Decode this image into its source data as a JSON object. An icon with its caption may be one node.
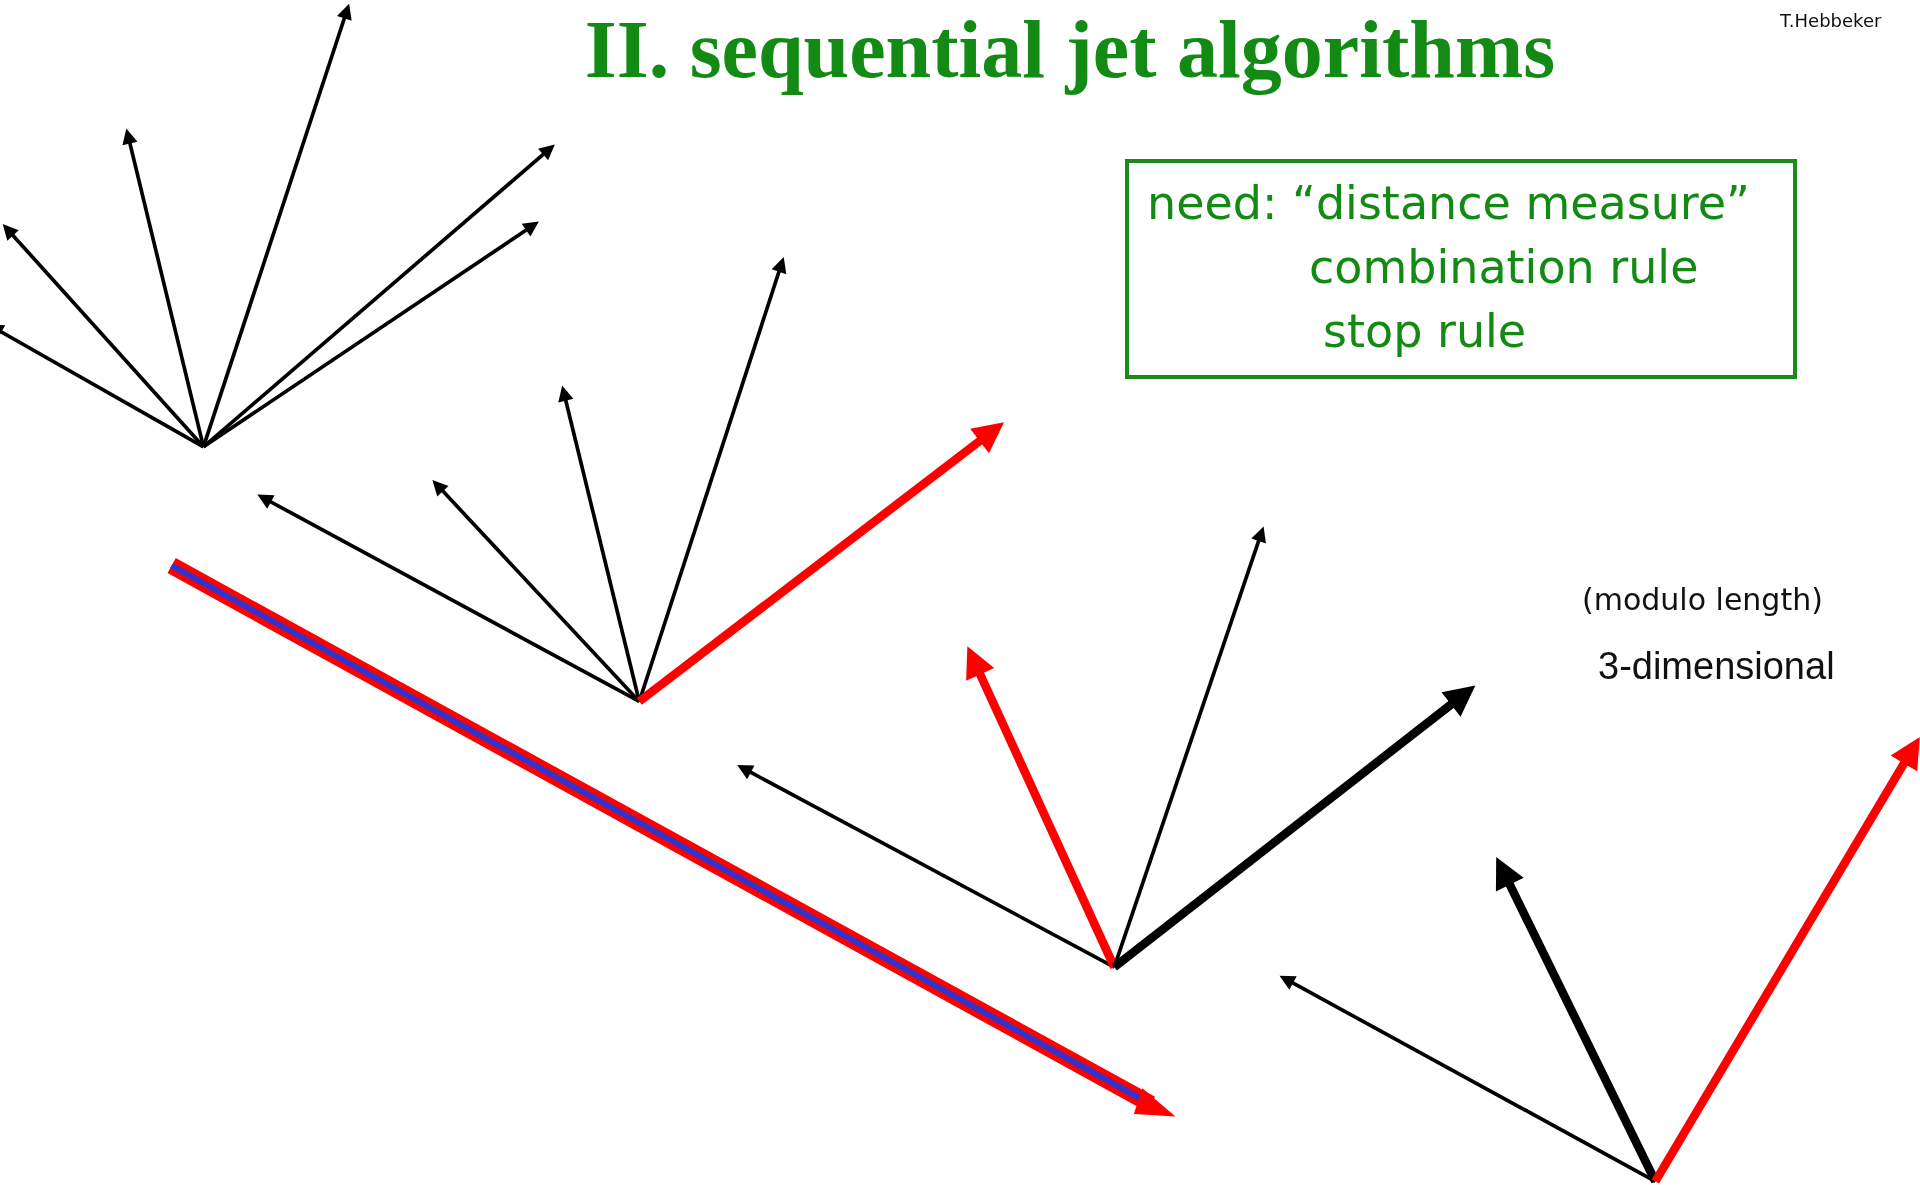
{
  "diagram": {
    "title": "II. sequential jet algorithms",
    "nodes": [
      {
        "text": [
          "need: “distance measure”",
          "combination rule",
          "stop rule"
        ]
      }
    ],
    "labels": [
      "T.Hebbeker",
      "(modulo length)",
      "3-dimensional"
    ]
  }
}
